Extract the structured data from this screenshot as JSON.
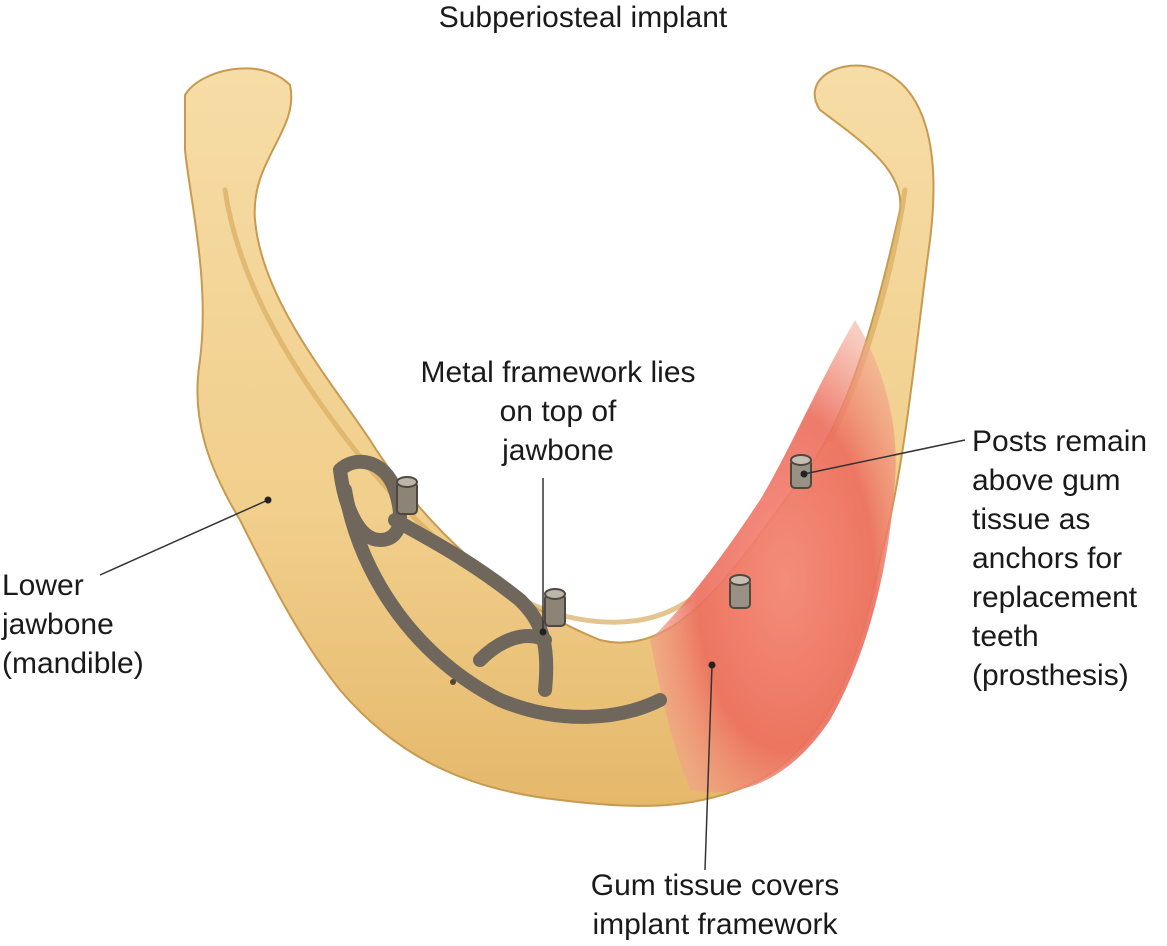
{
  "title": "Subperiosteal implant",
  "labels": {
    "framework": [
      "Metal framework lies",
      "on top of",
      "jawbone"
    ],
    "jawbone": [
      "Lower",
      "jawbone",
      "(mandible)"
    ],
    "posts": [
      "Posts remain",
      "above gum",
      "tissue as",
      "anchors for",
      "replacement",
      "teeth",
      "(prosthesis)"
    ],
    "gum": [
      "Gum tissue covers",
      "implant framework"
    ]
  },
  "colors": {
    "bone": "#f3d08e",
    "bone_shadow": "#d9ad5f",
    "gum": "#ec6f5e",
    "metal": "#8d8478",
    "metal_dark": "#4e4840"
  }
}
